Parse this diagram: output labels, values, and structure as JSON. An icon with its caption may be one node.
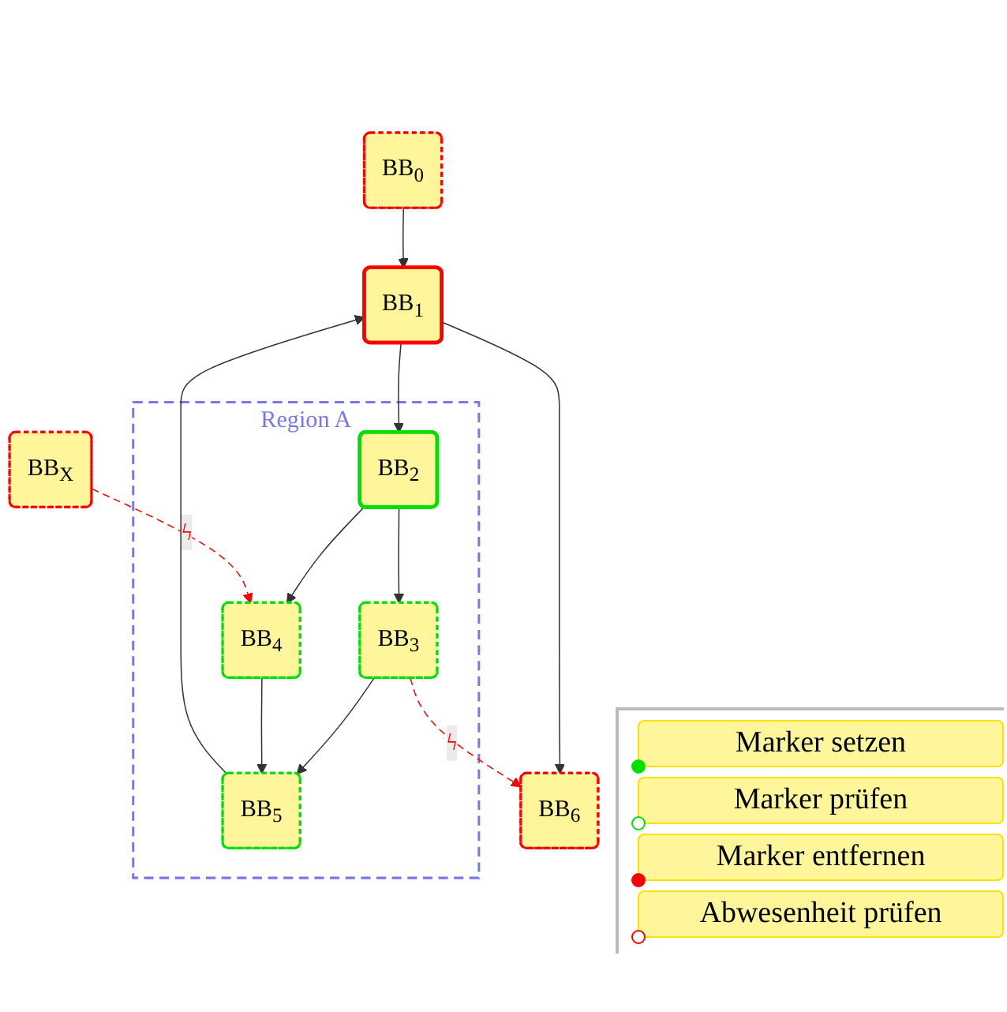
{
  "diagram": {
    "nodes": [
      {
        "text": [
          "BB$_{0}$"
        ]
      },
      {
        "text": [
          "BB$_{1}$"
        ]
      },
      {
        "text": [
          "Region A"
        ]
      },
      {
        "text": [
          "BB$_{2}$"
        ],
        "in": 2
      },
      {
        "text": [
          "BB$_{3}$"
        ],
        "in": 2
      },
      {
        "text": [
          "BB$_{4}$"
        ],
        "in": 2
      },
      {
        "text": [
          "BB$_{5}$"
        ],
        "in": 2
      },
      {
        "text": [
          "BB$_{6}$"
        ]
      },
      {
        "text": [
          "BB$_{X}$"
        ]
      }
    ],
    "edges": [
      {
        "from": 0,
        "to": 1,
        "arrow": "to"
      },
      {
        "from": 1,
        "to": 3,
        "arrow": "to"
      },
      {
        "from": 1,
        "to": 7,
        "arrow": "to"
      },
      {
        "from": 3,
        "to": 4,
        "arrow": "to"
      },
      {
        "from": 3,
        "to": 5,
        "arrow": "to"
      },
      {
        "from": 4,
        "to": 6,
        "arrow": "to"
      },
      {
        "from": 5,
        "to": 6,
        "arrow": "to"
      },
      {
        "from": 6,
        "to": 1,
        "arrow": "to"
      },
      {
        "from": 4,
        "to": 7,
        "arrow": "to",
        "label": "ϟ",
        "style": "dashed",
        "color": "#ff0000"
      },
      {
        "from": 8,
        "to": 5,
        "arrow": "to",
        "label": "ϟ",
        "style": "dashed",
        "color": "#ff0000"
      }
    ],
    "legend": [
      {
        "text": "Marker setzen"
      },
      {
        "text": "Marker prüfen"
      },
      {
        "text": "Marker entfernen"
      },
      {
        "text": "Abwesenheit prüfen"
      }
    ]
  }
}
